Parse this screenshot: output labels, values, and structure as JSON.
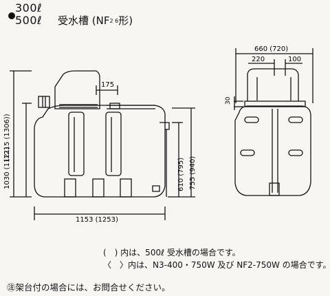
{
  "header": {
    "line1": "300ℓ",
    "line2": "500ℓ",
    "suffix": "受水槽 (NF",
    "small": "2 6",
    "tail": "形)"
  },
  "dimensions": {
    "top_width": "175",
    "total_height": "1030 (1121)",
    "height_mid": "(1215 (1306))",
    "height_610": "610 (795)",
    "height_755": "755 (940)",
    "bottom_width": "1153 (1253)",
    "side_width": "660 (720)",
    "side_left": "220",
    "side_right": "100",
    "side_top": "30"
  },
  "notes": {
    "paren": "(　) 内は、500ℓ 受水槽の場合です。",
    "angle": "〈　〉内は、N3-400・750W 及び NF2-750W の場合です。",
    "caution": "㊟架台付の場合には、お問合せください。"
  }
}
